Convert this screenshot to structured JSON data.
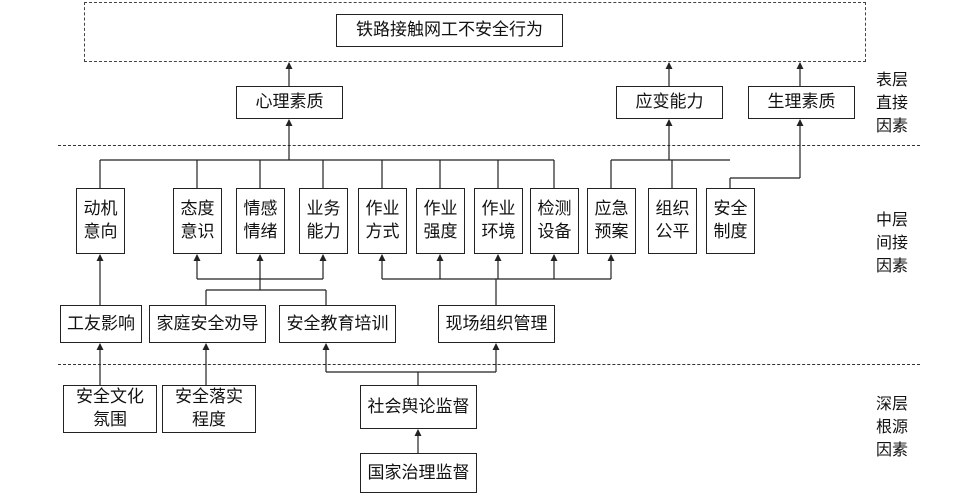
{
  "top": {
    "title": "铁路接触网工不安全行为"
  },
  "surface": {
    "psych": "心理素质",
    "strain": "应变能力",
    "physio": "生理素质"
  },
  "middle": {
    "motive": "动机\n意向",
    "attitude": "态度\n意识",
    "emotion": "情感\n情绪",
    "skill": "业务\n能力",
    "method": "作业\n方式",
    "intensity": "作业\n强度",
    "environment": "作业\n环境",
    "inspection": "检测\n设备",
    "emergency": "应急\n预案",
    "fairness": "组织\n公平",
    "system": "安全\n制度"
  },
  "lower": {
    "coworker": "工友影响",
    "family": "家庭安全劝导",
    "education": "安全教育培训",
    "site": "现场组织管理"
  },
  "deep": {
    "culture": "安全文化\n氛围",
    "implementation": "安全落实\n程度",
    "public": "社会舆论监督",
    "national": "国家治理监督"
  },
  "layers": {
    "surface": "表层\n直接\n因素",
    "middle": "中层\n间接\n因素",
    "deep": "深层\n根源\n因素"
  }
}
